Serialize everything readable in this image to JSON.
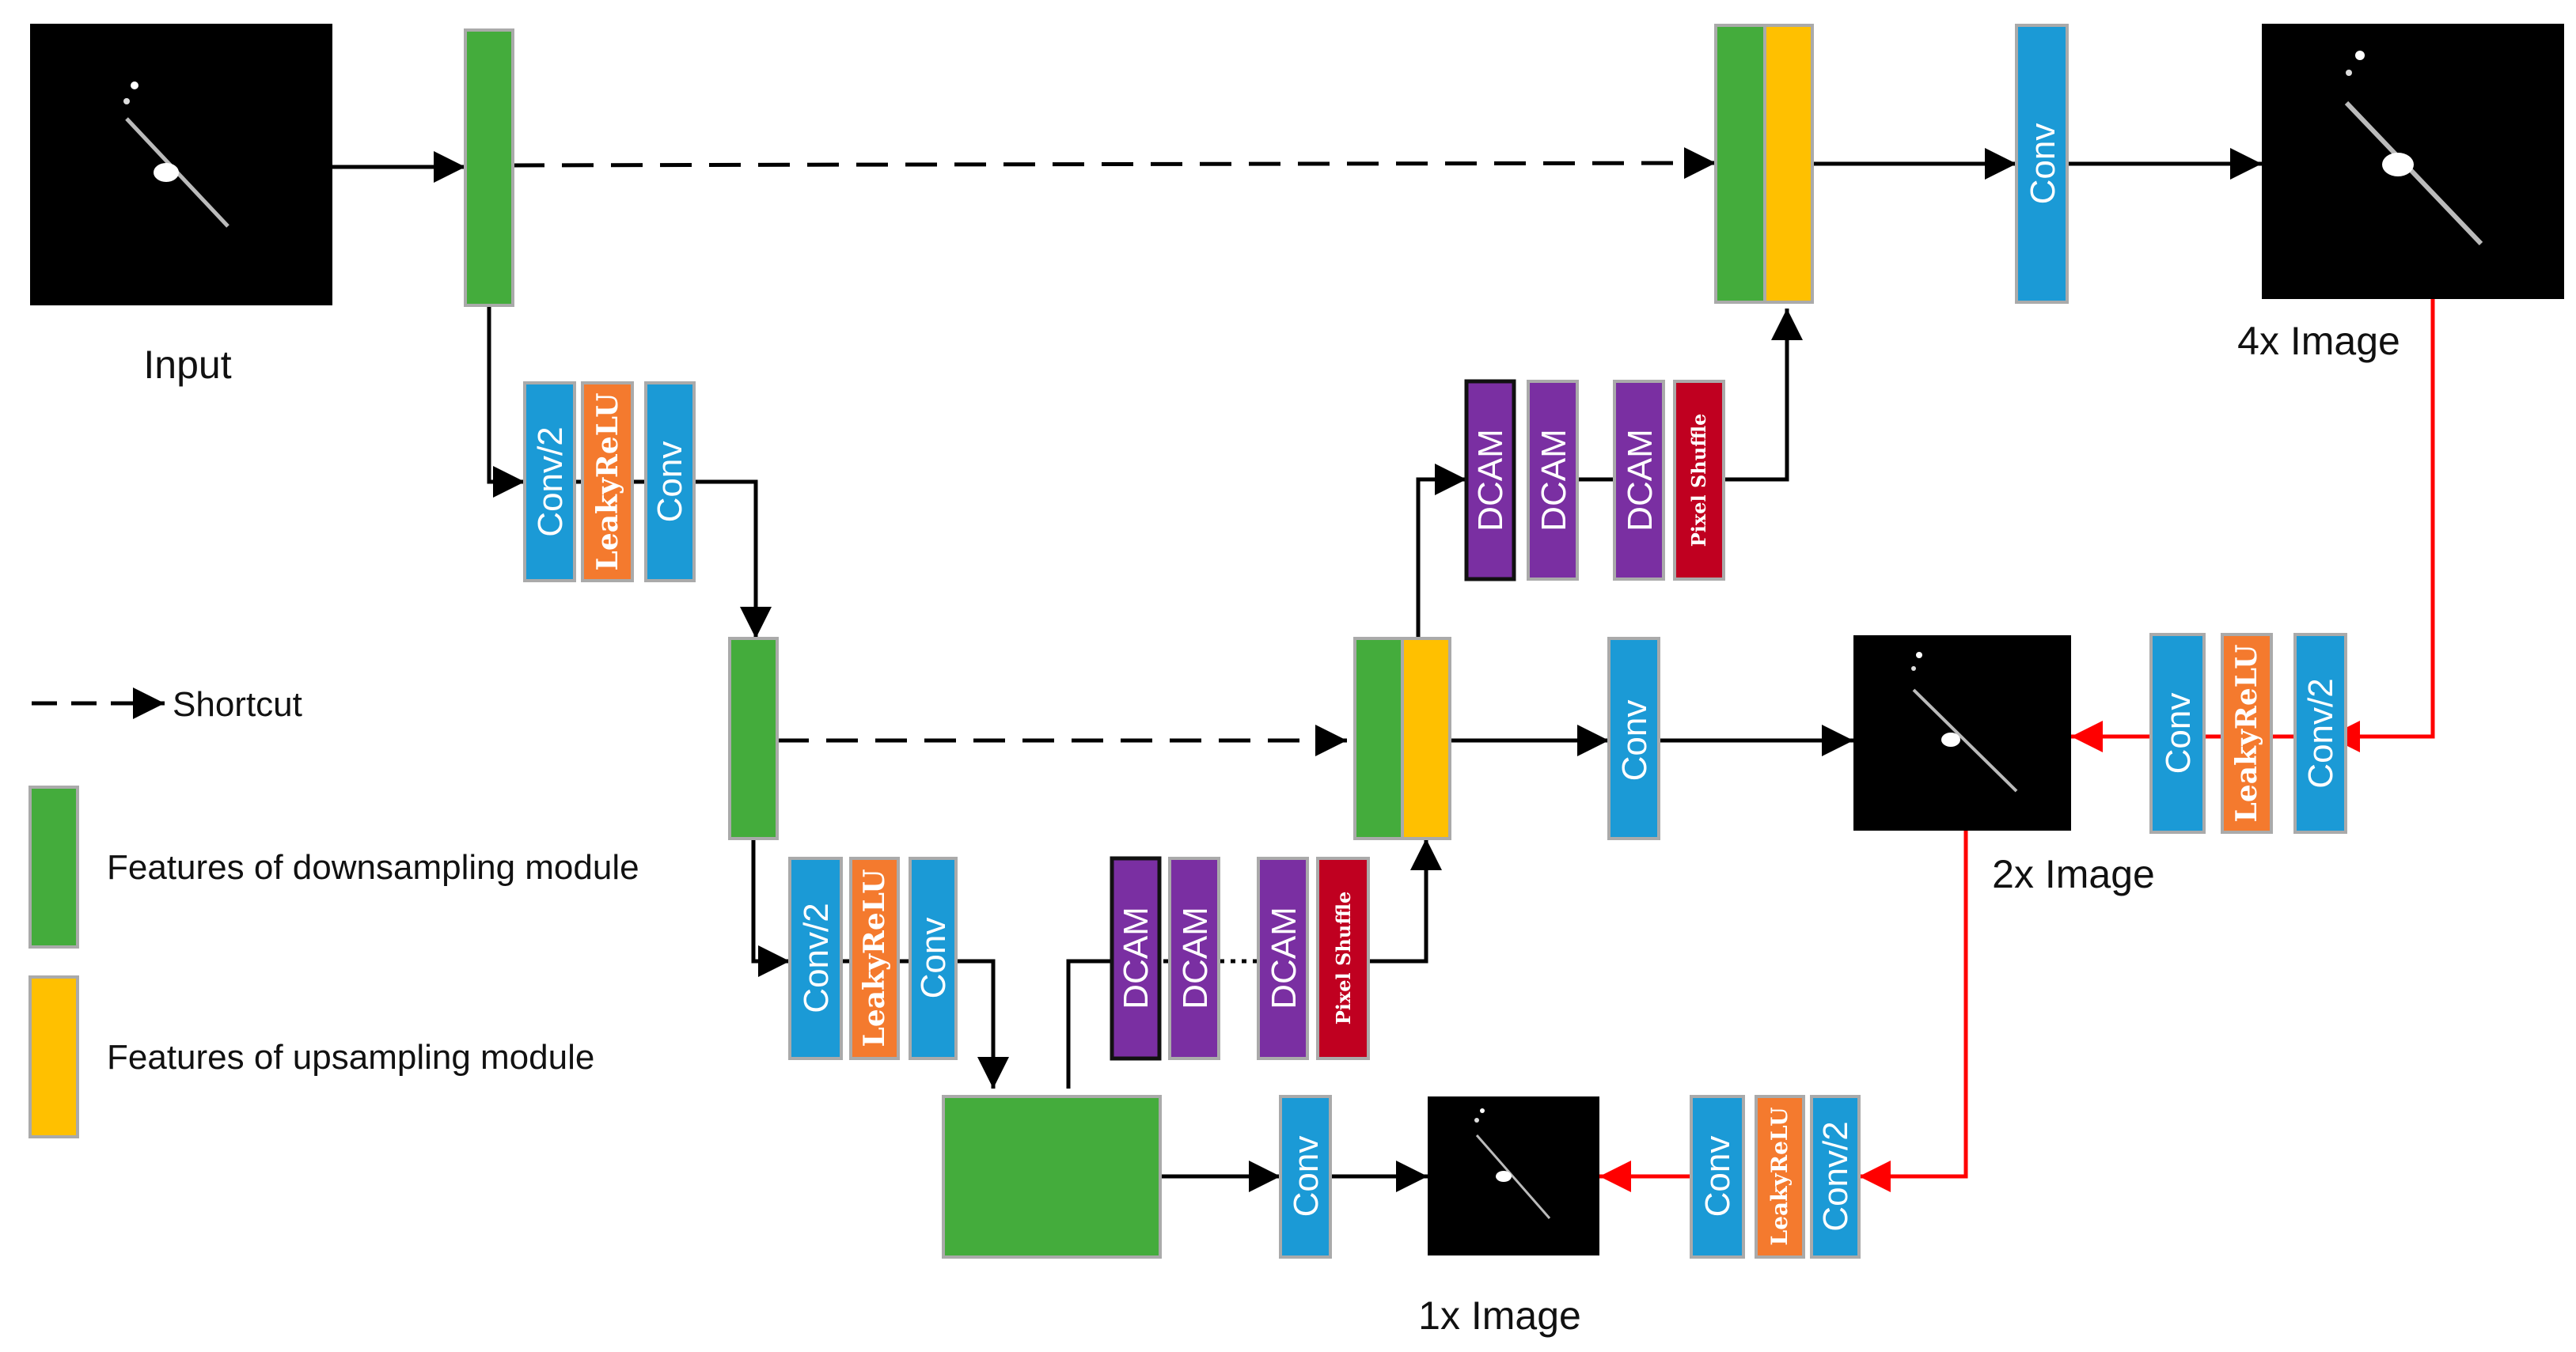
{
  "colors": {
    "down_green": "#44ac3c",
    "up_yellow": "#ffc000",
    "conv_blue": "#1b9ad6",
    "leaky_orange": "#f47a2e",
    "dcam_purple": "#7a2fa2",
    "shuffle_red": "#c00020",
    "image_bg": "#000000",
    "arrow_black": "#000000",
    "arrow_red": "#ff0000"
  },
  "labels": {
    "input": "Input",
    "img_4x": "4x Image",
    "img_2x": "2x Image",
    "img_1x": "1x Image"
  },
  "legend": {
    "shortcut": "Shortcut",
    "down": "Features of downsampling module",
    "up": "Features of upsampling module"
  },
  "blocks": {
    "conv_half": "Conv/2",
    "leaky": "LeakyReLU",
    "conv": "Conv",
    "dcam": "DCAM",
    "pixel_shuffle": "Pixel Shuffle"
  }
}
